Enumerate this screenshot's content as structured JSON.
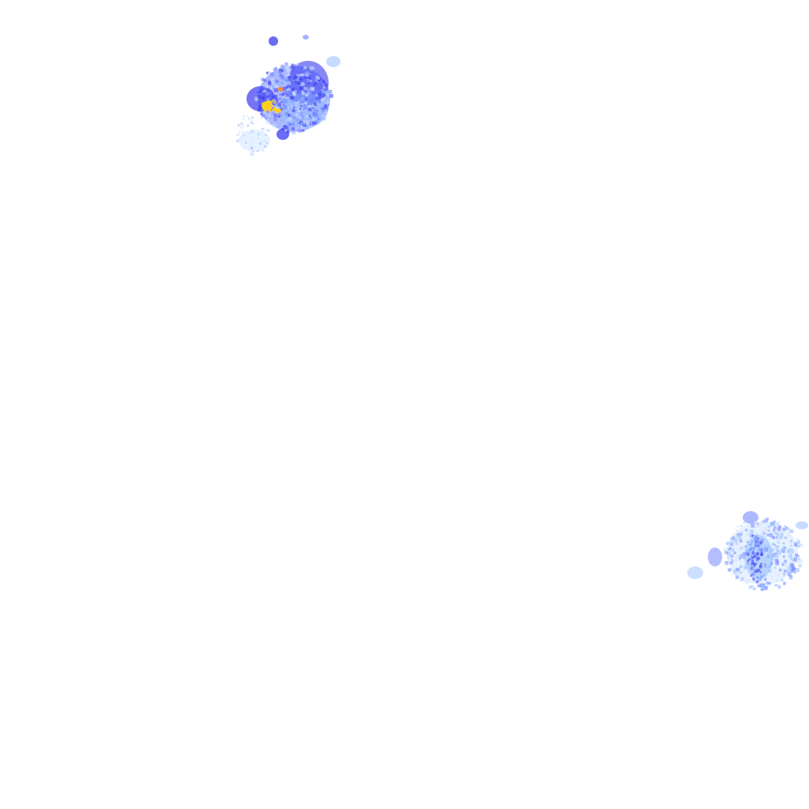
{
  "layer": {
    "type": "weather-radar-precipitation-overlay",
    "background": "#ffffff",
    "intensity_palette": {
      "very_light": "#cfe4ff",
      "light": "#8fb8ff",
      "moderate": "#6b7dff",
      "heavy": "#3a3af0",
      "very_heavy": "#ffd21a",
      "extreme": "#ff8a1a"
    },
    "echo_regions": [
      {
        "name": "northwest-cell",
        "peak_intensity": "very_heavy"
      },
      {
        "name": "southeast-cell",
        "peak_intensity": "moderate"
      }
    ]
  }
}
